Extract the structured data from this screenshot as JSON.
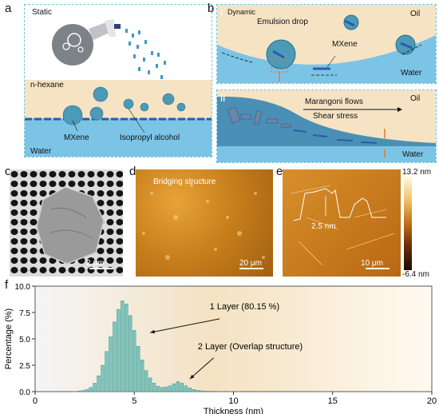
{
  "panels": {
    "a": {
      "letter": "a",
      "title": "Static",
      "labels": {
        "hexane": "n-hexane",
        "mxene": "MXene",
        "ipa": "Isopropyl alcohol",
        "water": "Water"
      }
    },
    "b": {
      "letter": "b",
      "i": {
        "numeral": "i",
        "title": "Dynamic",
        "oil": "Oil",
        "water": "Water",
        "emulsion": "Emulsion drop",
        "mxene": "MXene"
      },
      "ii": {
        "numeral": "ii",
        "oil": "Oil",
        "water": "Water",
        "flows": "Marangoni flows",
        "shear": "Shear stress"
      }
    },
    "c": {
      "letter": "c",
      "scalebar": "2 μm"
    },
    "d": {
      "letter": "d",
      "title": "Bridging structure",
      "scalebar": "20 μm"
    },
    "e": {
      "letter": "e",
      "scalebar": "10 μm",
      "height_label": "2.5 nm",
      "colorbar_max": "13.2 nm",
      "colorbar_min": "-6.4 nm"
    },
    "f": {
      "letter": "f"
    }
  },
  "chart_data": {
    "type": "bar",
    "xlabel": "Thickness (nm)",
    "ylabel": "Percentage (%)",
    "xlim": [
      0,
      20
    ],
    "ylim": [
      0,
      10
    ],
    "xticks": [
      "0",
      "5",
      "10",
      "15",
      "20"
    ],
    "yticks": [
      "0.0",
      "2.5",
      "5.0",
      "7.5",
      "10.0"
    ],
    "annotations": [
      "1 Layer (80.15 %)",
      "2 Layer (Overlap structure)"
    ],
    "x": [
      2.0,
      2.2,
      2.4,
      2.6,
      2.8,
      3.0,
      3.2,
      3.4,
      3.6,
      3.8,
      4.0,
      4.2,
      4.4,
      4.6,
      4.8,
      5.0,
      5.2,
      5.4,
      5.6,
      5.8,
      6.0,
      6.2,
      6.4,
      6.6,
      6.8,
      7.0,
      7.2,
      7.4,
      7.6,
      7.8,
      8.0,
      8.2,
      8.4,
      8.6,
      8.8,
      9.0,
      9.4,
      9.8,
      10.2
    ],
    "values": [
      0.02,
      0.05,
      0.1,
      0.2,
      0.4,
      0.8,
      1.5,
      2.5,
      3.8,
      5.2,
      6.6,
      7.8,
      8.6,
      8.3,
      7.2,
      5.8,
      4.3,
      3.0,
      2.0,
      1.3,
      0.8,
      0.5,
      0.4,
      0.45,
      0.55,
      0.75,
      0.95,
      0.8,
      0.55,
      0.35,
      0.2,
      0.12,
      0.08,
      0.05,
      0.04,
      0.03,
      0.02,
      0.02,
      0.01
    ]
  }
}
